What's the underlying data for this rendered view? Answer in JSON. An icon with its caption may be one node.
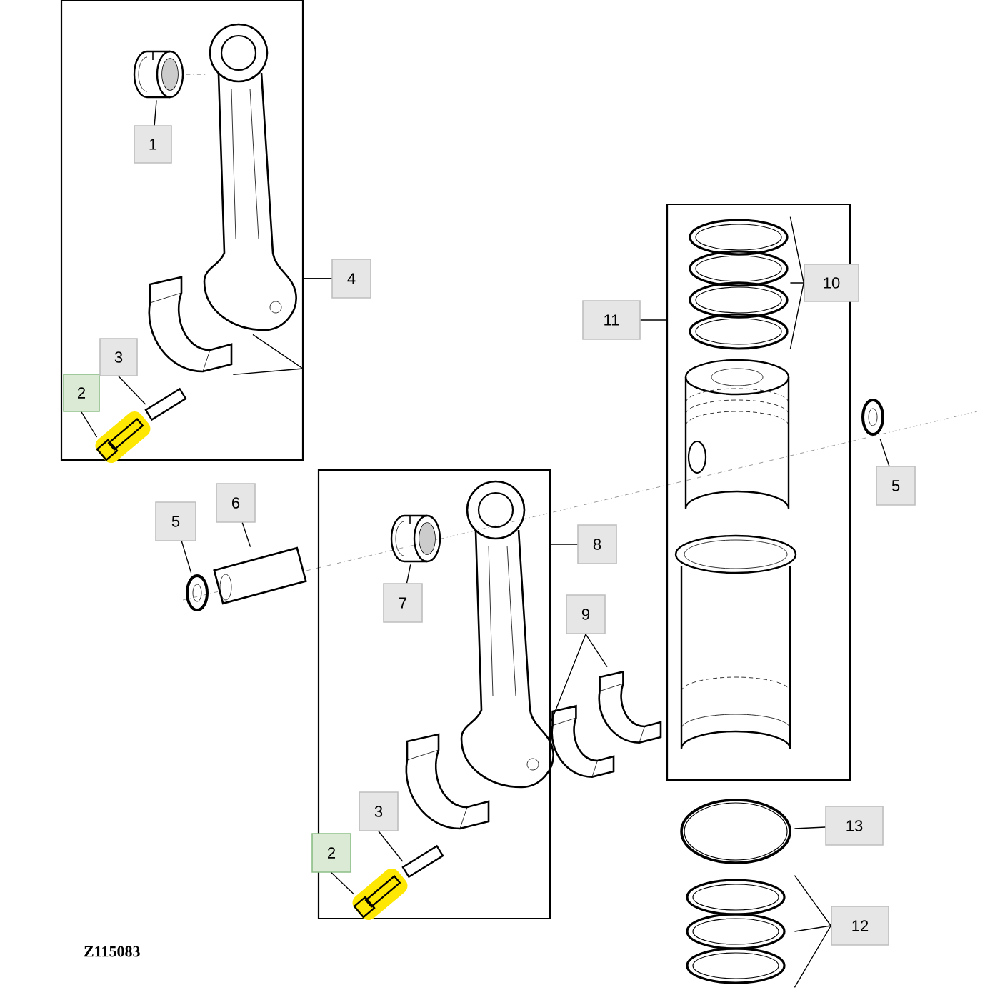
{
  "diagram": {
    "nodes": [
      {
        "text": [],
        "shape": "box"
      },
      {
        "text": [],
        "shape": "picture",
        "in": 0
      },
      {
        "text": [],
        "shape": "picture",
        "in": 0
      },
      {
        "text": [],
        "shape": "picture",
        "in": 0
      },
      {
        "text": [],
        "shape": "picture",
        "in": 0
      },
      {
        "text": [],
        "shape": "picture",
        "in": 0
      },
      {
        "text": [
          "1"
        ],
        "in": 0
      },
      {
        "text": [
          "2"
        ],
        "in": 0
      },
      {
        "text": [
          "3"
        ],
        "in": 0
      },
      {
        "text": [
          "4"
        ]
      },
      {
        "text": [],
        "shape": "box"
      },
      {
        "text": [],
        "shape": "picture",
        "in": 10
      },
      {
        "text": [],
        "shape": "picture",
        "in": 10
      },
      {
        "text": [],
        "shape": "picture",
        "in": 10
      },
      {
        "text": [],
        "shape": "picture",
        "in": 10
      },
      {
        "text": [],
        "shape": "picture",
        "in": 10
      },
      {
        "text": [
          "7"
        ],
        "in": 10
      },
      {
        "text": [
          "2"
        ],
        "in": 10
      },
      {
        "text": [
          "3"
        ],
        "in": 10
      },
      {
        "text": [
          "8"
        ]
      },
      {
        "text": [],
        "shape": "box"
      },
      {
        "text": [],
        "shape": "picture",
        "in": 20
      },
      {
        "text": [],
        "shape": "picture",
        "in": 20
      },
      {
        "text": [],
        "shape": "picture",
        "in": 20
      },
      {
        "text": [
          "10"
        ]
      },
      {
        "text": [
          "11"
        ]
      },
      {
        "text": [],
        "shape": "picture"
      },
      {
        "text": [
          "5"
        ]
      },
      {
        "text": [],
        "shape": "picture"
      },
      {
        "text": [
          "5"
        ]
      },
      {
        "text": [],
        "shape": "picture"
      },
      {
        "text": [
          "6"
        ]
      },
      {
        "text": [],
        "shape": "picture"
      },
      {
        "text": [
          "9"
        ]
      },
      {
        "text": [],
        "shape": "picture"
      },
      {
        "text": [
          "13"
        ]
      },
      {
        "text": [],
        "shape": "picture"
      },
      {
        "text": [
          "12"
        ]
      }
    ],
    "edges": [
      {
        "from": 6,
        "to": 1,
        "arrow": "none"
      },
      {
        "from": 7,
        "to": 5,
        "arrow": "none"
      },
      {
        "from": 8,
        "to": 4,
        "arrow": "none"
      },
      {
        "from": 9,
        "to": 2,
        "arrow": "none"
      },
      {
        "from": 9,
        "to": 3,
        "arrow": "none"
      },
      {
        "from": 16,
        "to": 11,
        "arrow": "none"
      },
      {
        "from": 17,
        "to": 15,
        "arrow": "none"
      },
      {
        "from": 18,
        "to": 14,
        "arrow": "none"
      },
      {
        "from": 19,
        "to": 10,
        "arrow": "none"
      },
      {
        "from": 24,
        "to": 21,
        "arrow": "none"
      },
      {
        "from": 25,
        "to": 20,
        "arrow": "none"
      },
      {
        "from": 27,
        "to": 26,
        "arrow": "none"
      },
      {
        "from": 29,
        "to": 28,
        "arrow": "none"
      },
      {
        "from": 31,
        "to": 30,
        "arrow": "none"
      },
      {
        "from": 33,
        "to": 32,
        "arrow": "none"
      },
      {
        "from": 35,
        "to": 34,
        "arrow": "none"
      },
      {
        "from": 37,
        "to": 36,
        "arrow": "none"
      },
      {
        "from": 1,
        "to": 2,
        "arrow": "none",
        "style": "dashed",
        "color": "#999999"
      }
    ],
    "labels": [
      "Z115083"
    ]
  }
}
